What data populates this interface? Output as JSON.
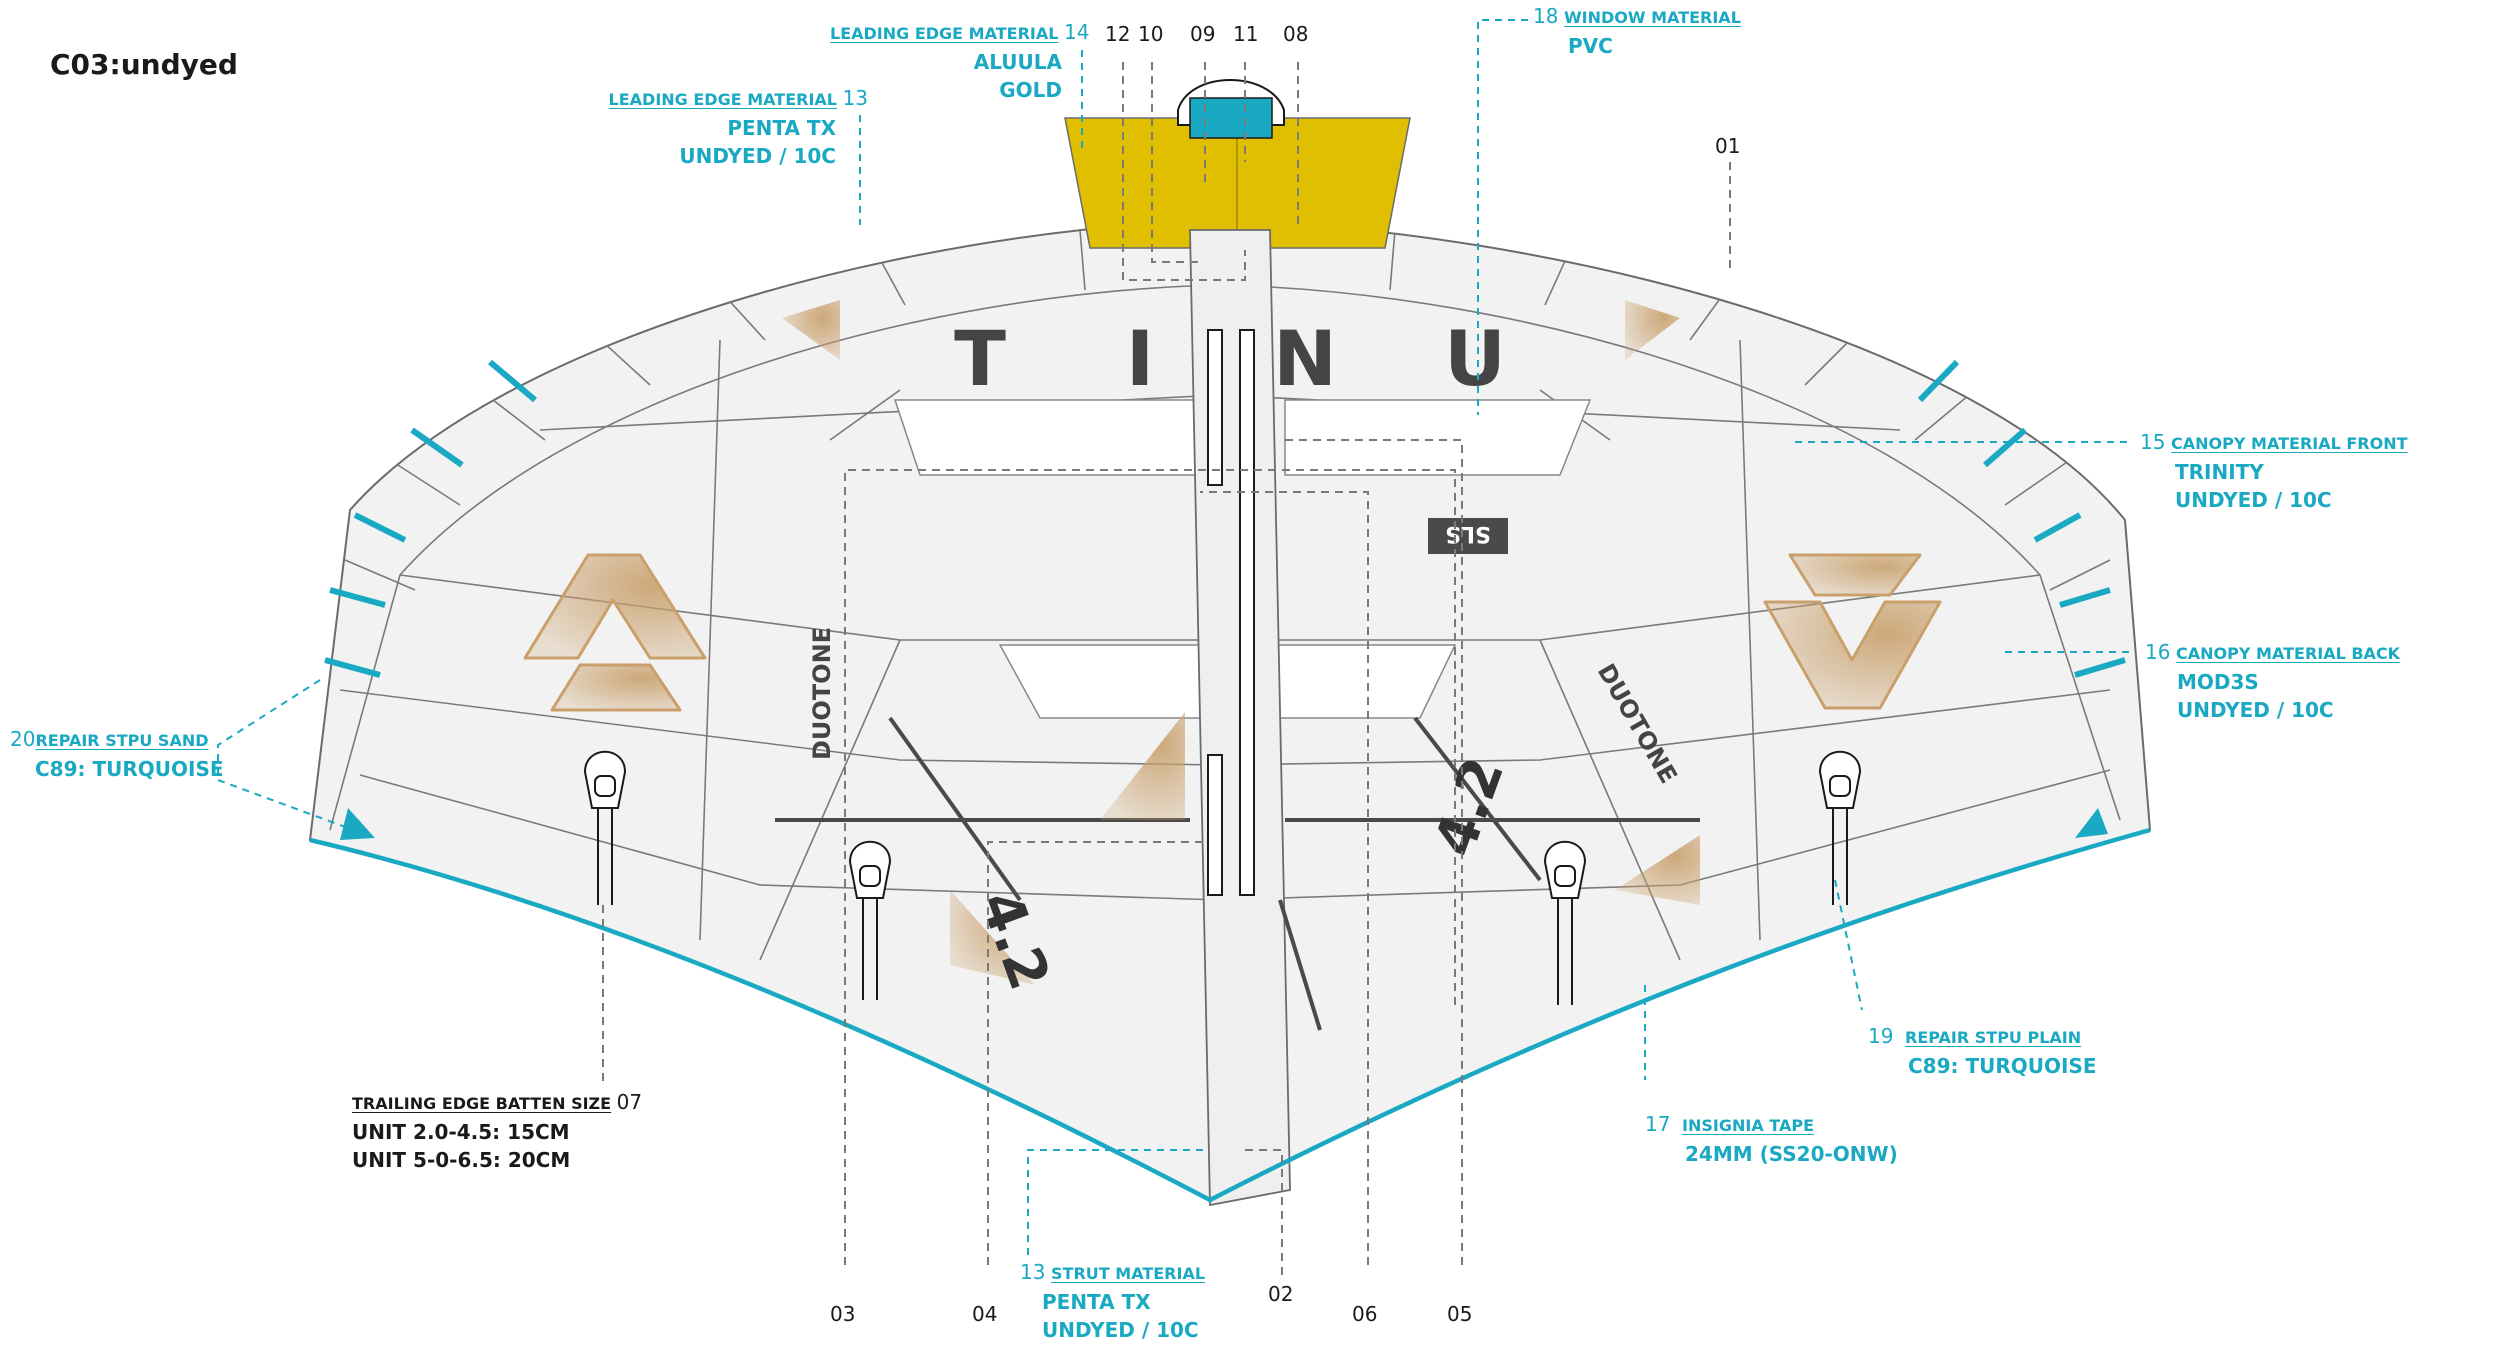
{
  "title": "C03:undyed",
  "wing_text": {
    "brand_letters": [
      "T",
      "I",
      "N",
      "U"
    ],
    "badge": "SLS",
    "logo_left": "DUOTONE",
    "logo_right": "DUOTONE",
    "size_left": "4.2",
    "size_right": "4.2"
  },
  "colors": {
    "accent": "#1aa9c2",
    "alula_gold": "#dfbf00",
    "canopy": "#f2f2f2",
    "outline": "#6b6b6b",
    "sand": "#c9a06c",
    "text_dark": "#1a1a1a"
  },
  "labels": {
    "le_alula": {
      "num": "14",
      "head": "LEADING EDGE MATERIAL",
      "lines": [
        "ALUULA",
        "GOLD"
      ]
    },
    "le_penta": {
      "num": "13",
      "head": "LEADING EDGE MATERIAL",
      "lines": [
        "PENTA TX",
        "UNDYED / 10C"
      ]
    },
    "window": {
      "num": "18",
      "head": "WINDOW MATERIAL",
      "lines": [
        "PVC"
      ]
    },
    "canopy_front": {
      "num": "15",
      "head": "CANOPY MATERIAL FRONT",
      "lines": [
        "TRINITY",
        "UNDYED / 10C"
      ]
    },
    "canopy_back": {
      "num": "16",
      "head": "CANOPY MATERIAL BACK",
      "lines": [
        "MOD3S",
        "UNDYED / 10C"
      ]
    },
    "repair_sand": {
      "num": "20",
      "head": "REPAIR STPU SAND",
      "lines": [
        "C89: TURQUOISE"
      ]
    },
    "repair_plain": {
      "num": "19",
      "head": "REPAIR STPU PLAIN",
      "lines": [
        "C89: TURQUOISE"
      ]
    },
    "insignia": {
      "num": "17",
      "head": "INSIGNIA TAPE",
      "lines": [
        "24MM (SS20-ONW)"
      ]
    },
    "strut": {
      "num": "13",
      "head": "STRUT MATERIAL",
      "lines": [
        "PENTA TX",
        "UNDYED / 10C"
      ]
    },
    "batten": {
      "num": "07",
      "head": "TRAILING EDGE BATTEN SIZE",
      "lines": [
        "UNIT 2.0-4.5: 15CM",
        "UNIT 5-0-6.5: 20CM"
      ]
    }
  },
  "callouts": [
    "01",
    "02",
    "03",
    "04",
    "05",
    "06",
    "08",
    "09",
    "10",
    "11",
    "12"
  ]
}
